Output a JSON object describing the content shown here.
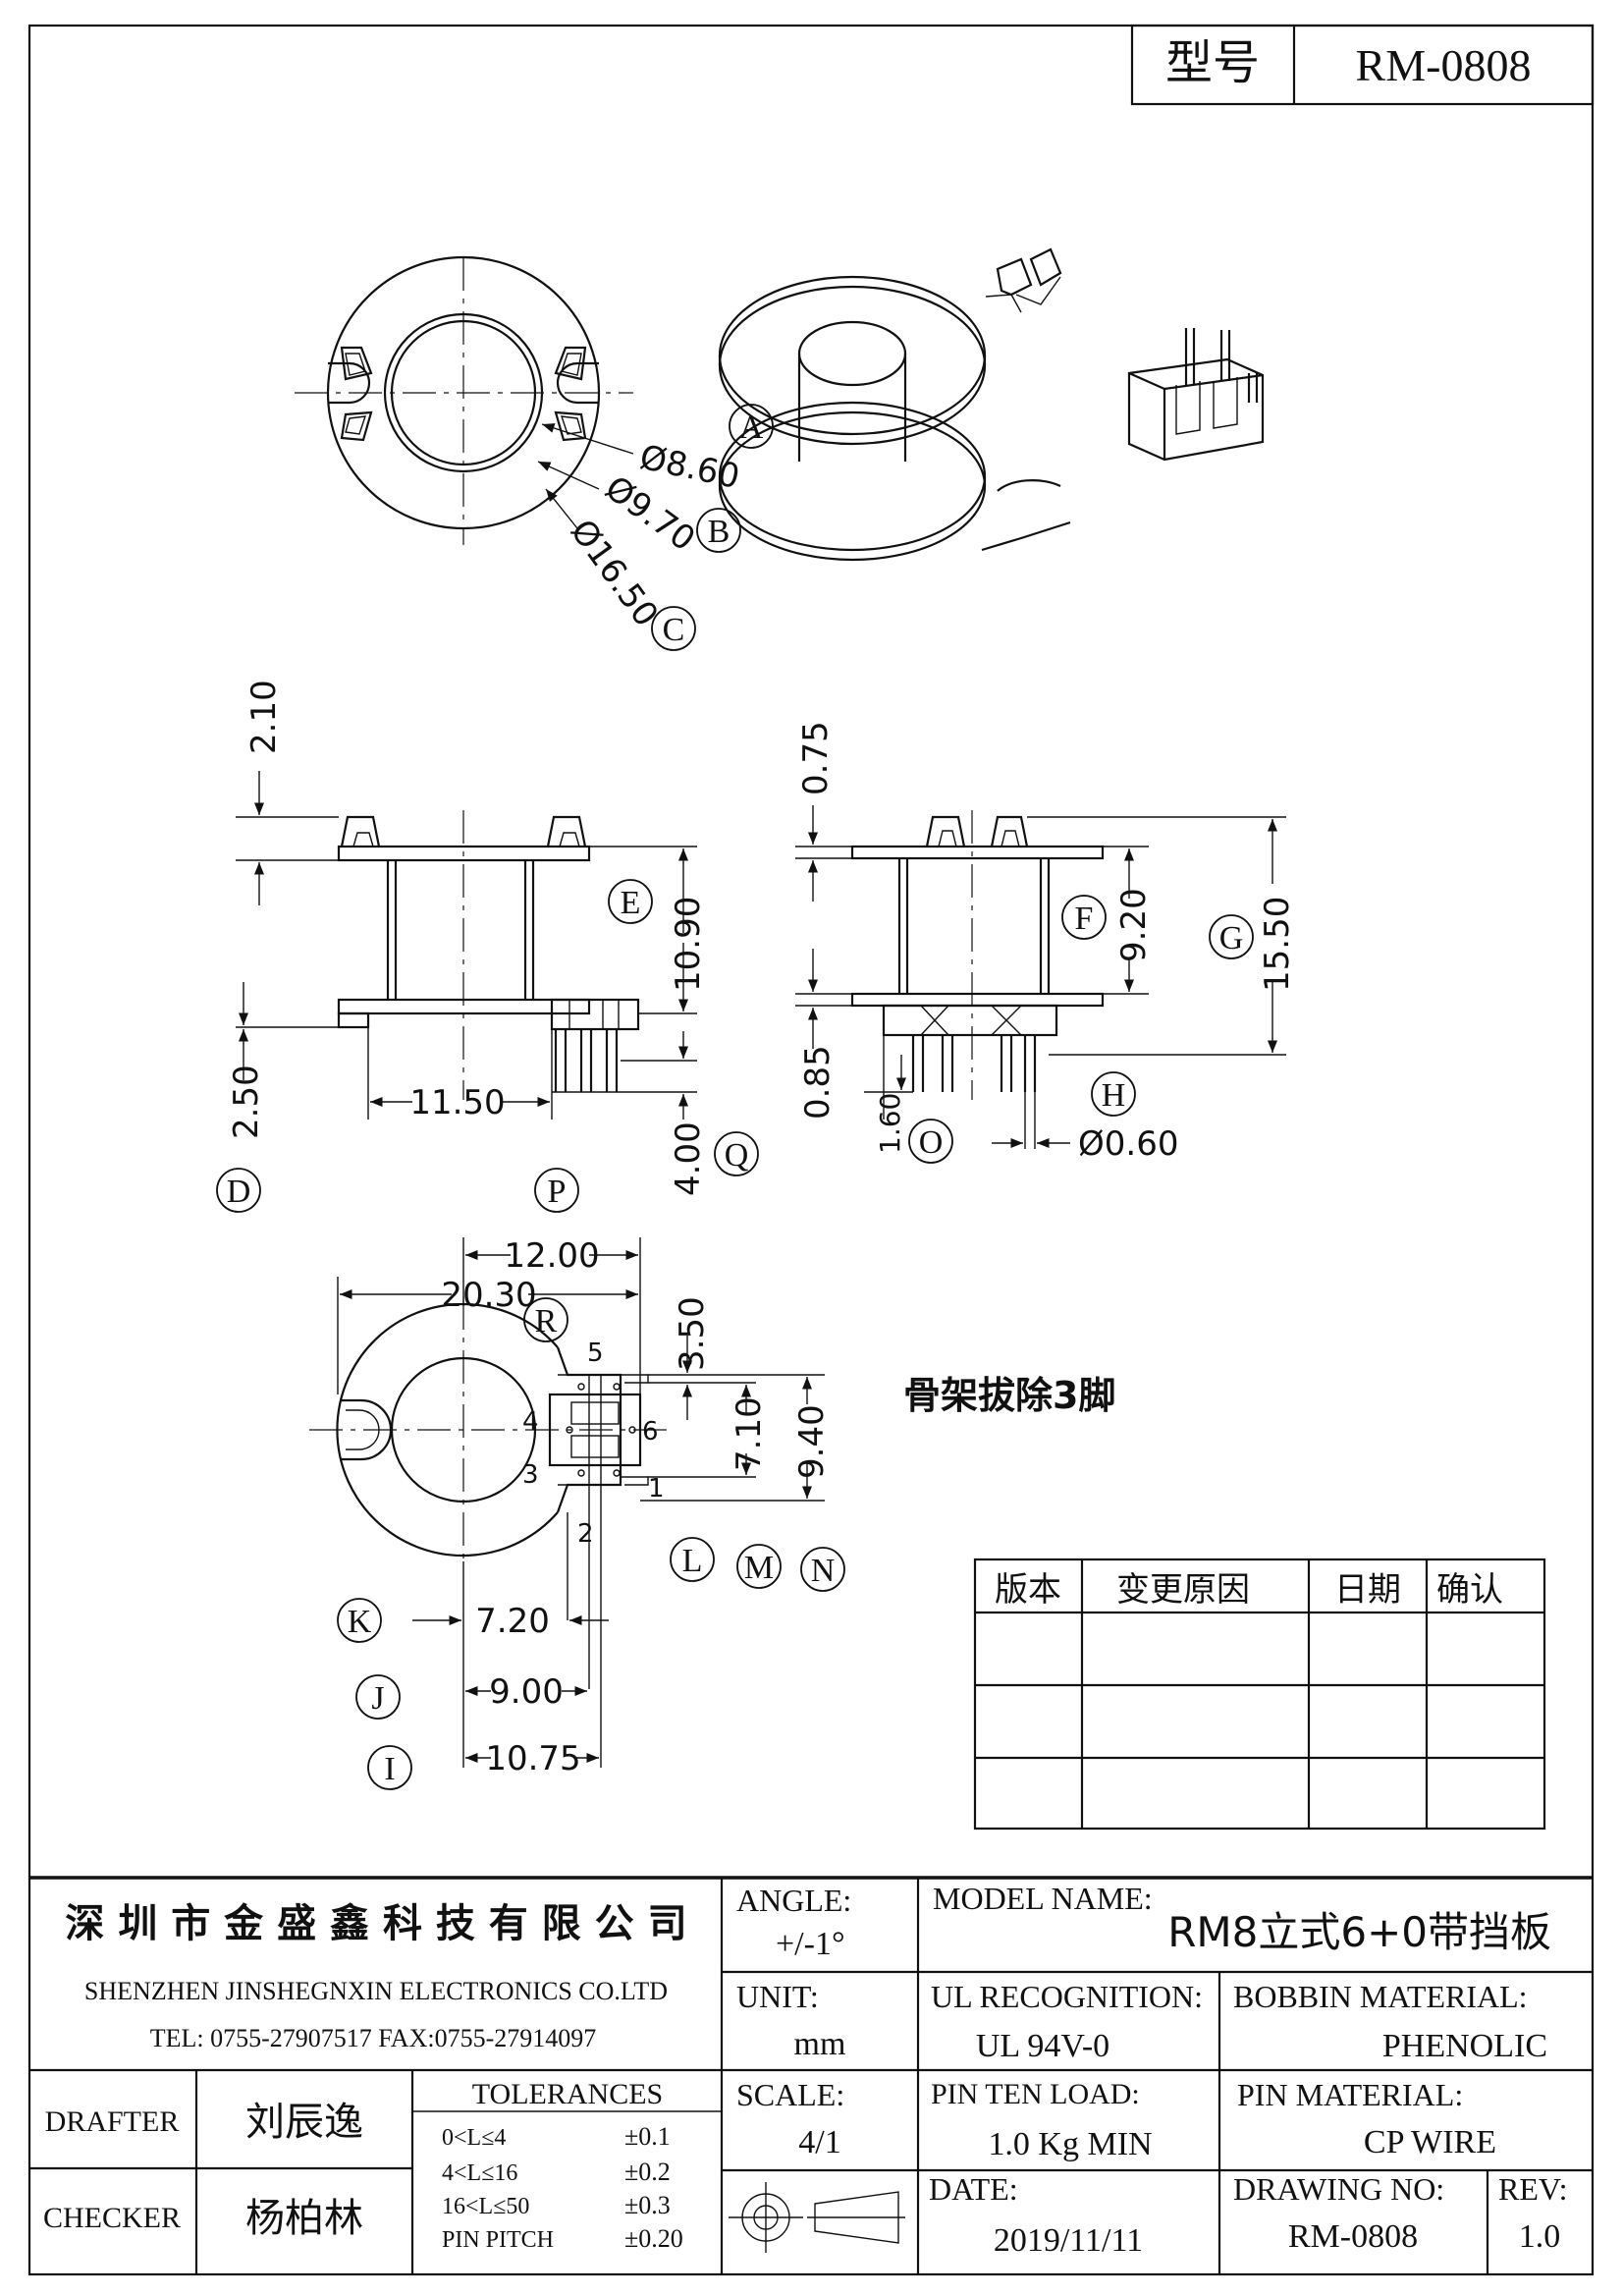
{
  "header": {
    "model_label": "型号",
    "model_value": "RM-0808"
  },
  "views": {
    "top": {
      "d_a": "Ø8.60",
      "d_b": "Ø9.70",
      "d_c": "Ø16.50",
      "label_a": "A",
      "label_b": "B",
      "label_c": "C"
    },
    "front": {
      "top_offset": "2.10",
      "height": "10.90",
      "width": "11.50",
      "flange": "2.50",
      "pin_len": "4.00",
      "label_d": "D",
      "label_e": "E",
      "label_p": "P",
      "label_q": "Q"
    },
    "side": {
      "top_flange": "0.75",
      "inner": "9.20",
      "total": "15.50",
      "bottom_flange": "0.85",
      "pin_gap": "1.60",
      "pin_dia": "Ø0.60",
      "label_f": "F",
      "label_g": "G",
      "label_h": "H",
      "label_o": "O"
    },
    "bottom": {
      "width_12": "12.00",
      "width_20": "20.30",
      "d_350": "3.50",
      "d_710": "7.10",
      "d_940": "9.40",
      "d_720": "7.20",
      "d_900": "9.00",
      "d_1075": "10.75",
      "pin_5": "5",
      "pin_6": "6",
      "pin_4": "4",
      "pin_3": "3",
      "pin_1": "1",
      "pin_2": "2",
      "label_r": "R",
      "label_l": "L",
      "label_m": "M",
      "label_n": "N",
      "label_k": "K",
      "label_j": "J",
      "label_i": "I"
    }
  },
  "note": "骨架拔除3脚",
  "revision_table": {
    "headers": [
      "版本",
      "变更原因",
      "日期",
      "确认"
    ],
    "rows": [
      [
        "",
        "",
        "",
        ""
      ],
      [
        "",
        "",
        "",
        ""
      ],
      [
        "",
        "",
        "",
        ""
      ]
    ]
  },
  "title_block": {
    "company_cn": "深 圳 市 金 盛 鑫 科 技 有 限 公 司",
    "company_en": "SHENZHEN JINSHEGNXIN ELECTRONICS CO.LTD",
    "contact": "TEL: 0755-27907517 FAX:0755-27914097",
    "angle_label": "ANGLE:",
    "angle_value": "+/-1°",
    "model_name_label": "MODEL NAME:",
    "model_name_value": "RM8立式6+0带挡板",
    "unit_label": "UNIT:",
    "unit_value": "mm",
    "ul_label": "UL RECOGNITION:",
    "ul_value": "UL 94V-0",
    "bobbin_label": "BOBBIN MATERIAL:",
    "bobbin_value": "PHENOLIC",
    "drafter_label": "DRAFTER",
    "drafter_value": "刘辰逸",
    "checker_label": "CHECKER",
    "checker_value": "杨柏林",
    "tolerances_label": "TOLERANCES",
    "tolerances": [
      {
        "range": "0<L≤4",
        "value": "±0.1"
      },
      {
        "range": "4<L≤16",
        "value": "±0.2"
      },
      {
        "range": "16<L≤50",
        "value": "±0.3"
      },
      {
        "range": "PIN PITCH",
        "value": "±0.20"
      }
    ],
    "scale_label": "SCALE:",
    "scale_value": "4/1",
    "pin_load_label": "PIN TEN LOAD:",
    "pin_load_value": "1.0 Kg MIN",
    "pin_material_label": "PIN MATERIAL:",
    "pin_material_value": "CP WIRE",
    "date_label": "DATE:",
    "date_value": "2019/11/11",
    "drawing_no_label": "DRAWING NO:",
    "drawing_no_value": "RM-0808",
    "rev_label": "REV:",
    "rev_value": "1.0"
  }
}
